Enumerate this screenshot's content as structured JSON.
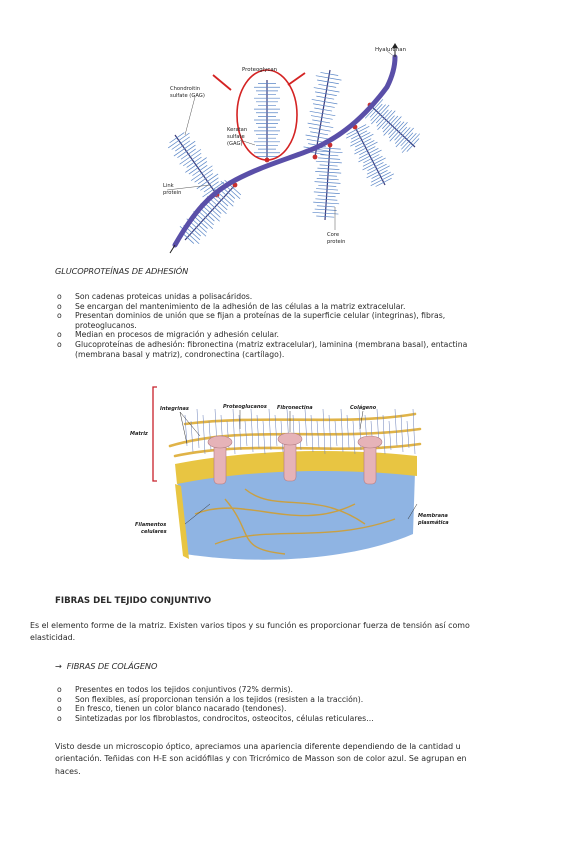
{
  "figure1": {
    "labels": {
      "hyaluronan": "Hyaluronan",
      "proteoglycan": "Proteoglycan",
      "chondroitin": [
        "Chondroitin",
        "sulfate (GAG)"
      ],
      "keratan": [
        "Keratan",
        "sulfate",
        "(GAG)"
      ],
      "link": [
        "Link",
        "protein"
      ],
      "core": [
        "Core",
        "protein"
      ]
    },
    "colors": {
      "backbone": "#5a4fa8",
      "bristles": "#5a86c7",
      "highlight": "#d42323"
    }
  },
  "section1": {
    "heading": "GLUCOPROTEÍNAS DE ADHESIÓN",
    "items": [
      [
        "Son cadenas proteicas unidas a polisacáridos."
      ],
      [
        "Se encargan del mantenimiento de la adhesión de las células a la matriz extracelular."
      ],
      [
        "Presentan dominios de unión que se fijan a proteínas de la superficie celular (integrinas), fibras,",
        "proteoglucanos."
      ],
      [
        "Median en procesos de migración y adhesión celular."
      ],
      [
        "Glucoproteínas de adhesión: fibronectina (matriz extracelular), laminina (membrana basal), entactina",
        "(membrana basal y matriz), condronectina (cartílago)."
      ]
    ]
  },
  "figure2": {
    "labels": {
      "integrinas": "Integrinas",
      "proteoglucanos": "Proteoglucanos",
      "fibronectina": "Fibronectina",
      "colageno": "Colágeno",
      "matriz": "Matriz",
      "filamentos": [
        "Filamentos",
        "celulares"
      ],
      "membrana": [
        "Membrana",
        "plasmática"
      ]
    },
    "colors": {
      "membrane": "#e8c542",
      "cytoplasm": "#8fb4e3",
      "integrin": "#e6b3b8",
      "collagen": "#e0b347"
    }
  },
  "section2": {
    "heading": "FIBRAS DEL TEJIDO CONJUNTIVO",
    "intro": [
      "Es el elemento forme de la matriz. Existen varios tipos y su función es proporcionar fuerza de tensión así como",
      "elasticidad."
    ],
    "subheading": "FIBRAS DE COLÁGENO",
    "arrow": "→",
    "items": [
      [
        "Presentes en todos los tejidos conjuntivos (72% dermis)."
      ],
      [
        "Son flexibles, así proporcionan tensión a los tejidos (resisten a la tracción)."
      ],
      [
        "En fresco, tienen un color blanco nacarado (tendones)."
      ],
      [
        "Sintetizadas por los fibroblastos, condrocitos, osteocitos, células reticulares…"
      ]
    ],
    "closing": [
      "Visto desde un microscopio óptico, apreciamos una apariencia diferente dependiendo de la cantidad u",
      "orientación. Teñidas con H-E son acidófilas y con Tricrómico de Masson son de color azul. Se agrupan en",
      "haces."
    ]
  }
}
